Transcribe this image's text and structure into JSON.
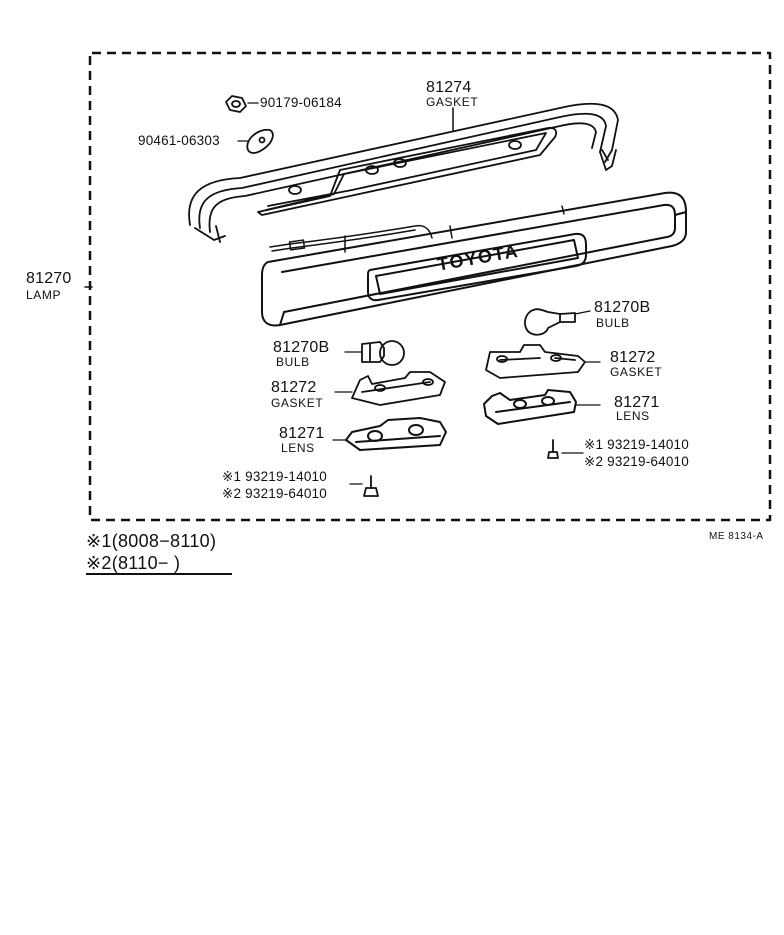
{
  "labels": {
    "lamp_num": "81270",
    "lamp_name": "LAMP",
    "gasket_top_num": "81274",
    "gasket_top_name": "GASKET",
    "nut_pn": "90179-06184",
    "clip_pn": "90461-06303",
    "bulb_right_num": "81270B",
    "bulb_right_name": "BULB",
    "bulb_left_num": "81270B",
    "bulb_left_name": "BULB",
    "gasket_right_num": "81272",
    "gasket_right_name": "GASKET",
    "gasket_left_num": "81272",
    "gasket_left_name": "GASKET",
    "lens_right_num": "81271",
    "lens_right_name": "LENS",
    "lens_left_num": "81271",
    "lens_left_name": "LENS",
    "screw_right_1": "※1 93219-14010",
    "screw_right_2": "※2 93219-64010",
    "screw_left_1": "※1 93219-14010",
    "screw_left_2": "※2 93219-64010",
    "brand_text": "TOYOTA"
  },
  "notes": {
    "note1": "※1(8008−8110)",
    "note2": "※2(8110−        )"
  },
  "diagram_code": "ME  8134-A"
}
